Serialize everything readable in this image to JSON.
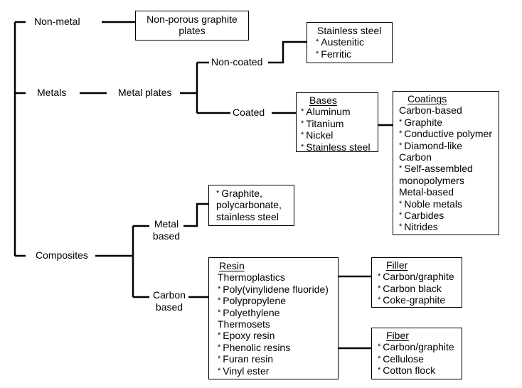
{
  "labels": {
    "non_metal": "Non-metal",
    "metals": "Metals",
    "composites": "Composites",
    "metal_plates": "Metal plates",
    "non_coated": "Non-coated",
    "coated": "Coated",
    "metal_based": [
      "Metal",
      "based"
    ],
    "carbon_based": [
      "Carbon",
      "based"
    ]
  },
  "boxes": {
    "graphite_plates": [
      "Non-porous graphite",
      "plates"
    ],
    "stainless": {
      "title": "Stainless steel",
      "items": [
        "Austenitic",
        "Ferritic"
      ]
    },
    "bases": {
      "title": "Bases",
      "items": [
        "Aluminum",
        "Titanium",
        "Nickel",
        "Stainless steel"
      ]
    },
    "coatings": {
      "title": "Coatings",
      "lines": [
        {
          "text": "Carbon-based",
          "star": false
        },
        {
          "text": "Graphite",
          "star": true
        },
        {
          "text": "Conductive polymer",
          "star": true
        },
        {
          "text": "Diamond-like",
          "star": true
        },
        {
          "text": "Carbon",
          "star": false
        },
        {
          "text": "Self-assembled",
          "star": true
        },
        {
          "text": "monopolymers",
          "star": false
        },
        {
          "text": "Metal-based",
          "star": false
        },
        {
          "text": "Noble metals",
          "star": true
        },
        {
          "text": "Carbides",
          "star": true
        },
        {
          "text": "Nitrides",
          "star": true
        }
      ]
    },
    "metal_composite": {
      "lines": [
        {
          "text": "Graphite,",
          "star": true
        },
        {
          "text": "polycarbonate,",
          "star": false
        },
        {
          "text": "stainless steel",
          "star": false
        }
      ]
    },
    "resin": {
      "title": "Resin",
      "lines": [
        {
          "text": "Thermoplastics",
          "star": false
        },
        {
          "text": "Poly(vinylidene fluoride)",
          "star": true
        },
        {
          "text": "Polypropylene",
          "star": true
        },
        {
          "text": "Polyethylene",
          "star": true
        },
        {
          "text": "Thermosets",
          "star": false
        },
        {
          "text": "Epoxy resin",
          "star": true
        },
        {
          "text": "Phenolic resins",
          "star": true
        },
        {
          "text": "Furan resin",
          "star": true
        },
        {
          "text": "Vinyl ester",
          "star": true
        }
      ]
    },
    "filler": {
      "title": "Filler",
      "items": [
        "Carbon/graphite",
        "Carbon black",
        "Coke-graphite"
      ]
    },
    "fiber": {
      "title": "Fiber",
      "items": [
        "Carbon/graphite",
        "Cellulose",
        "Cotton flock"
      ]
    }
  },
  "bullet": "*"
}
